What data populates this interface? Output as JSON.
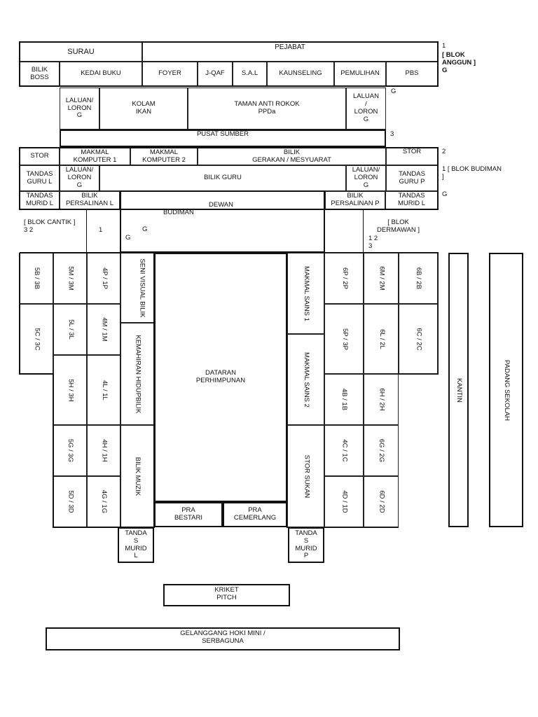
{
  "top": {
    "surau": "SURAU",
    "pejabat": "PEJABAT",
    "row2": [
      "BILIK\nBOSS",
      "KEDAI BUKU",
      "FOYER",
      "J-QAF",
      "S.A.L",
      "KAUNSELING",
      "PEMULIHAN",
      "PBS"
    ],
    "laluan_left": "LALUAN/\nLORON\nG",
    "kolam": "KOLAM\nIKAN",
    "taman": "TAMAN ANTI ROKOK\nPPDa",
    "laluan_right": "LALUAN\n/\nLORON\nG",
    "pusat": "PUSAT SUMBER"
  },
  "budiman_row1": [
    "STOR",
    "MAKMAL\nKOMPUTER 1",
    "MAKMAL\nKOMPUTER 2",
    "BILIK\nGERAKAN / MESYUARAT",
    "STOR"
  ],
  "budiman_row2": [
    "TANDAS\nGURU L",
    "LALUAN/\nLORON\nG",
    "BILIK GURU",
    "LALUAN/\nLORON\nG",
    "TANDAS\nGURU P"
  ],
  "budiman_row3": [
    "TANDAS\nMURID L",
    "BILIK\nPERSALINAN L",
    "BILIK\nPERSALINAN P",
    "TANDAS\nMURID L"
  ],
  "dewan": "DEWAN",
  "budiman_word": "BUDIMAN",
  "g_letter": "G",
  "side_labels": {
    "n1a": "1",
    "anggun": "[ BLOK\nANGGUN ]\nG",
    "g_right": "G",
    "n3": "3",
    "n2": "2",
    "budiman": "1     [ BLOK BUDIMAN\n]",
    "g_budiman": "G",
    "cantik": "[ BLOK CANTIK ]\n3           2",
    "cantik_1": "1",
    "dermawan": "[  BLOK\nDERMAWAN ]",
    "dermawan_nums": "1          2\n3"
  },
  "cantik_classes": {
    "col1": [
      "5B / 3B",
      "5C / 3C"
    ],
    "col2": [
      "5M / 3M",
      "5L / 3L",
      "5H / 3H",
      "5G / 3G",
      "5D / 3D"
    ],
    "col3": [
      "4P / 1P",
      "4M / 1M",
      "4L / 1L",
      "4H / 1H",
      "4G / 1G"
    ],
    "col4": [
      "SENI VISUAL BILIK",
      "KEMAHIRAN HIDUPBILIK",
      "BILIK MUZIK"
    ]
  },
  "dataran": "DATARAN\nPERHIMPUNAN",
  "pra": [
    "PRA\nBESTARI",
    "PRA\nCEMERLANG"
  ],
  "dermawan_classes": {
    "col1": [
      "MAKMAL SAINS 1",
      "MAKMAL SAINS 2",
      "STOR SUKAN"
    ],
    "col2": [
      "6P / 2P",
      "5P / 3P",
      "4B / 1B",
      "4C / 1C",
      "4D / 1D"
    ],
    "col3": [
      "6M / 2M",
      "6L / 2L",
      "6H / 2H",
      "6G / 2G",
      "6D / 2D"
    ],
    "col4": [
      "6B / 2B",
      "6C / 2C"
    ]
  },
  "tandas_l": "TANDA\nS\nMURID\nL",
  "tandas_p": "TANDA\nS\nMURID\nP",
  "kantin": "KANTIN",
  "padang": "PADANG\nSEKOLAH",
  "kriket": "KRIKET\nPITCH",
  "hoki": "GELANGGANG HOKI MINI /\nSERBAGUNA"
}
